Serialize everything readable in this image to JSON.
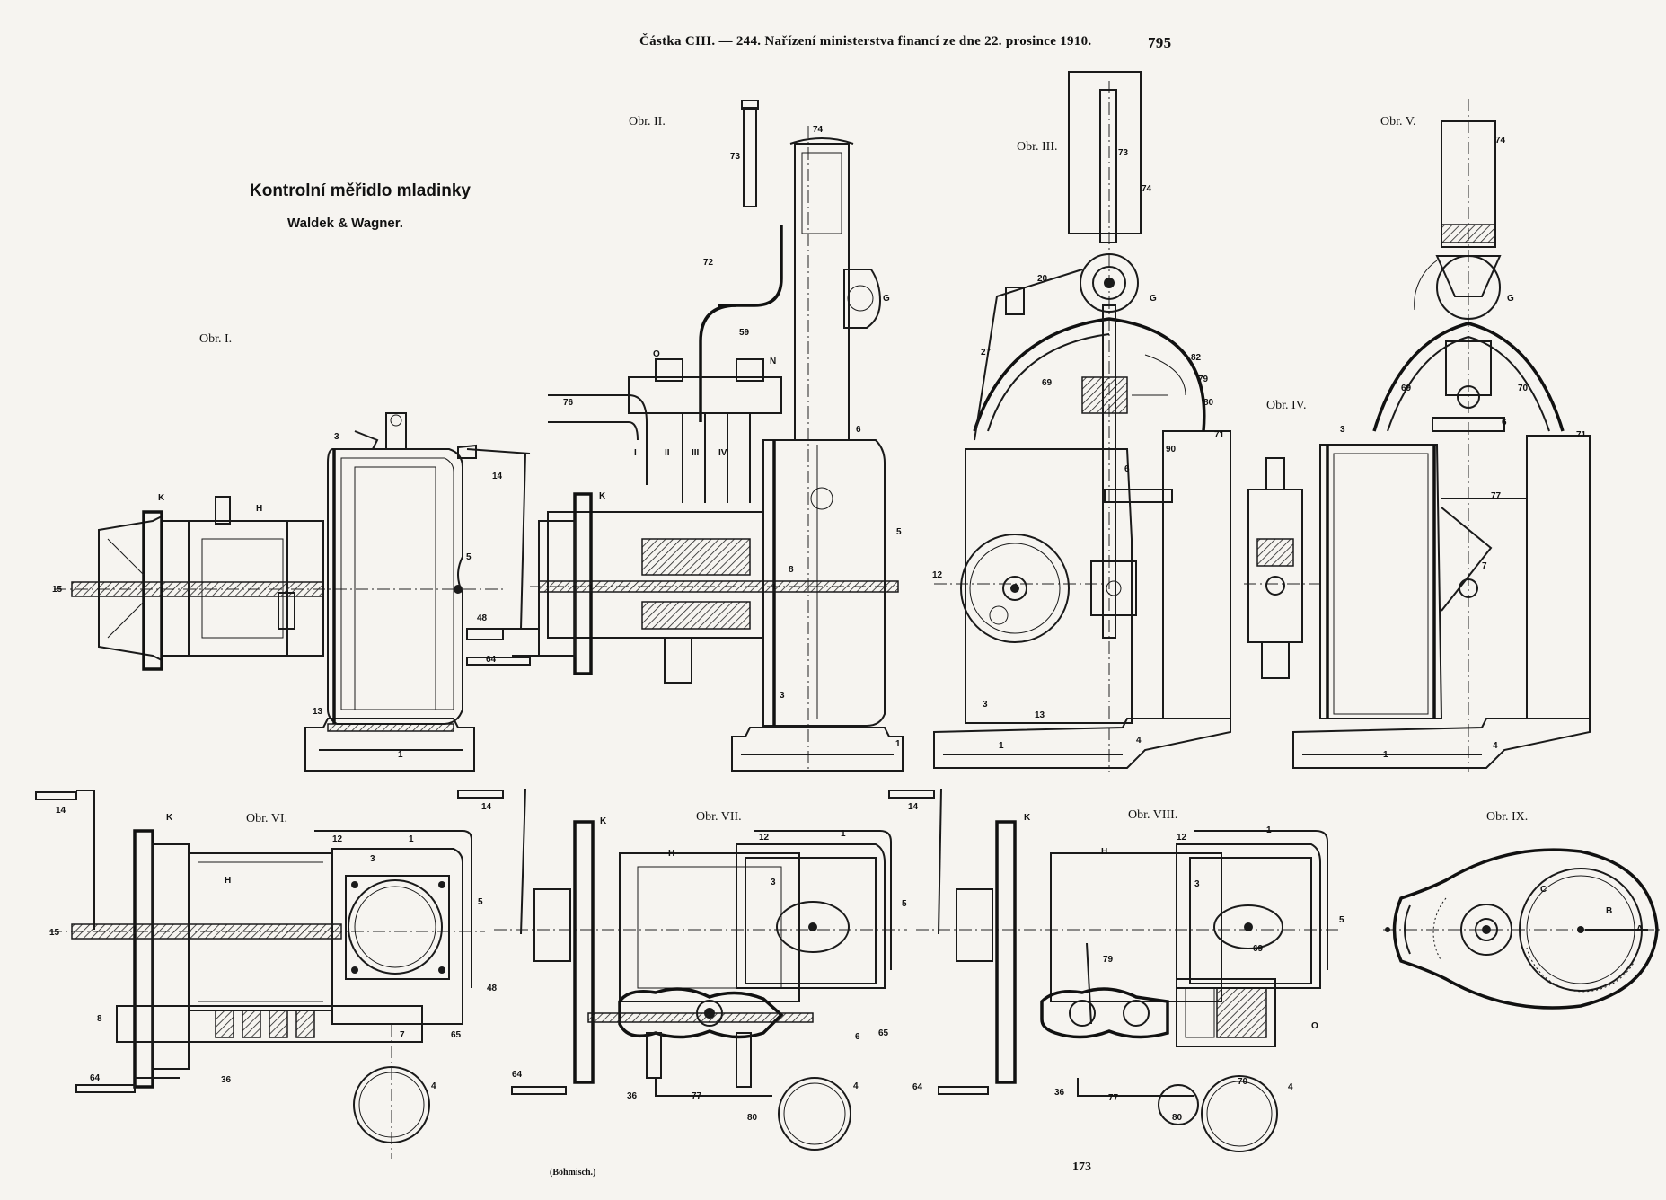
{
  "header": {
    "text": "Částka CIII. — 244. Nařízení ministerstva financí ze dne 22. prosince 1910.",
    "page_number": "795"
  },
  "title": {
    "main": "Kontrolní měřidlo mladinky",
    "maker": "Waldek & Wagner."
  },
  "figures": [
    "Obr. I.",
    "Obr. II.",
    "Obr. III.",
    "Obr. IV.",
    "Obr. V.",
    "Obr. VI.",
    "Obr. VII.",
    "Obr. VIII.",
    "Obr. IX."
  ],
  "labels": {
    "fig1": [
      "3",
      "K",
      "H",
      "14",
      "5",
      "15",
      "48",
      "64",
      "13",
      "1"
    ],
    "fig2": [
      "73",
      "74",
      "72",
      "G",
      "59",
      "N",
      "O",
      "76",
      "I",
      "II",
      "III",
      "IV",
      "6",
      "K",
      "5",
      "8",
      "3",
      "1"
    ],
    "fig3": [
      "73",
      "74",
      "20",
      "G",
      "27",
      "82",
      "69",
      "79",
      "80",
      "71",
      "90",
      "6",
      "12",
      "3",
      "13",
      "1",
      "4"
    ],
    "fig5": [
      "74",
      "G",
      "69",
      "70",
      "3",
      "6",
      "71",
      "77",
      "7",
      "1",
      "4"
    ],
    "fig6": [
      "14",
      "K",
      "12",
      "1",
      "3",
      "H",
      "5",
      "15",
      "8",
      "7",
      "65",
      "64",
      "36",
      "4"
    ],
    "fig7": [
      "14",
      "K",
      "H",
      "12",
      "1",
      "3",
      "5",
      "48",
      "6",
      "65",
      "64",
      "36",
      "77",
      "80",
      "4"
    ],
    "fig8": [
      "14",
      "K",
      "H",
      "12",
      "1",
      "3",
      "5",
      "69",
      "79",
      "O",
      "64",
      "36",
      "77",
      "80",
      "70",
      "4"
    ],
    "fig9": [
      "C",
      "B",
      "A"
    ]
  },
  "footer": {
    "printer": "(Böhmisch.)",
    "sheet_number": "173"
  },
  "colors": {
    "paper": "#f6f4f0",
    "ink": "#1a1a1a"
  }
}
